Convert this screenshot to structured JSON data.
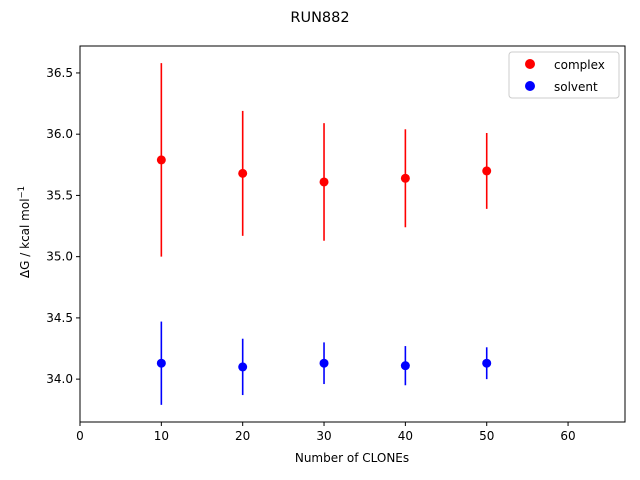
{
  "chart_data": {
    "type": "scatter",
    "title": "RUN882",
    "xlabel": "Number of CLONEs",
    "ylabel_main": "ΔG / kcal mol",
    "ylabel_sup": "−1",
    "xlim": [
      0,
      67
    ],
    "ylim": [
      33.65,
      36.72
    ],
    "xticks": [
      0,
      10,
      20,
      30,
      40,
      50,
      60
    ],
    "yticks": [
      34.0,
      34.5,
      35.0,
      35.5,
      36.0,
      36.5
    ],
    "xtick_labels": [
      "0",
      "10",
      "20",
      "30",
      "40",
      "50",
      "60"
    ],
    "ytick_labels": [
      "34.0",
      "34.5",
      "35.0",
      "35.5",
      "36.0",
      "36.5"
    ],
    "grid": false,
    "legend_position": "top-right",
    "series": [
      {
        "name": "complex",
        "color": "#ff0000",
        "x": [
          10,
          20,
          30,
          40,
          50
        ],
        "y": [
          35.79,
          35.68,
          35.61,
          35.64,
          35.7
        ],
        "yerr": [
          0.79,
          0.51,
          0.48,
          0.4,
          0.31
        ]
      },
      {
        "name": "solvent",
        "color": "#0000ff",
        "x": [
          10,
          20,
          30,
          40,
          50
        ],
        "y": [
          34.13,
          34.1,
          34.13,
          34.11,
          34.13
        ],
        "yerr": [
          0.34,
          0.23,
          0.17,
          0.16,
          0.13
        ]
      }
    ]
  }
}
